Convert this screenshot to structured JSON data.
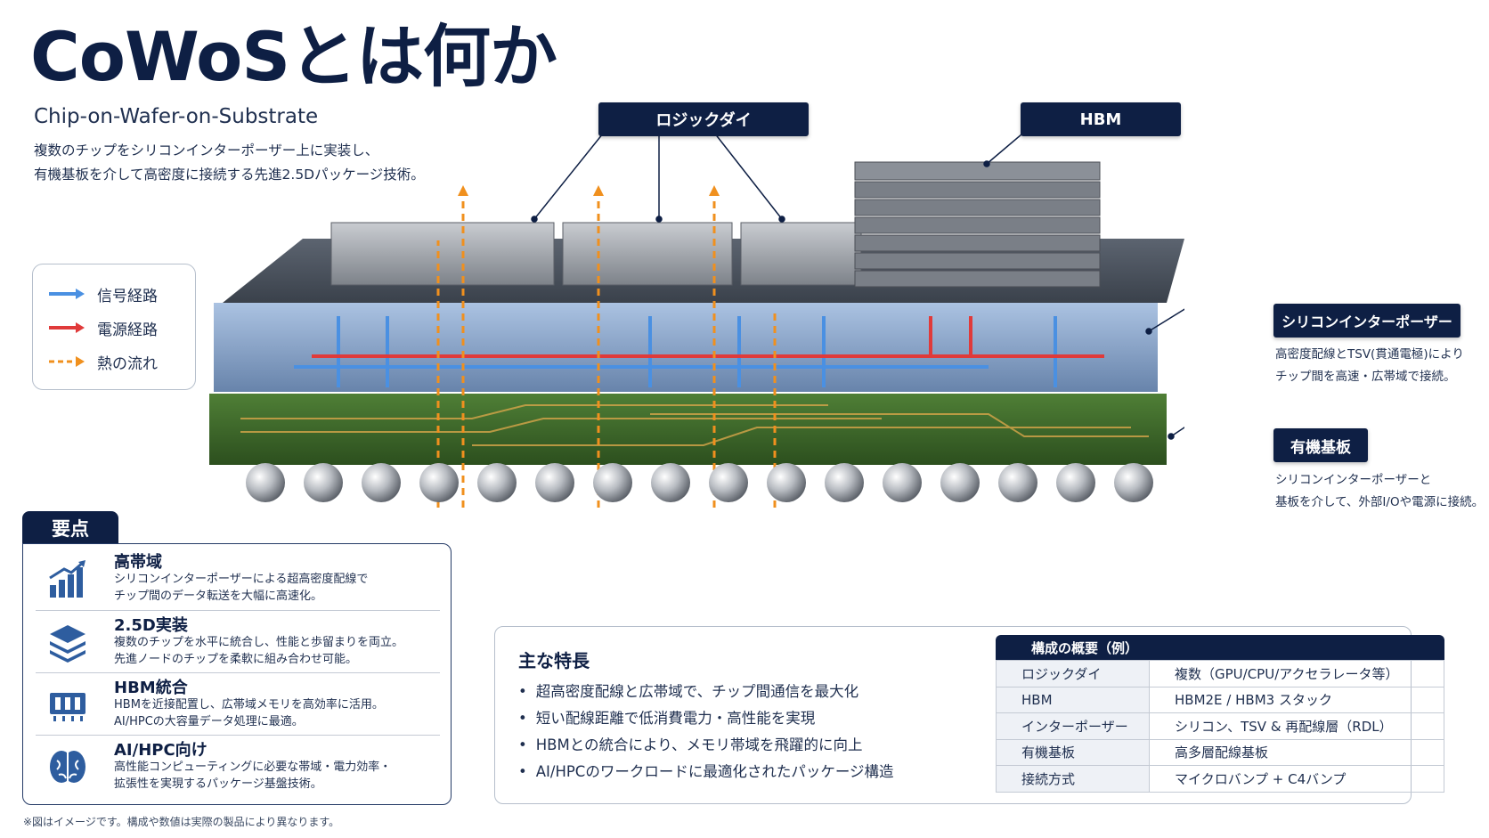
{
  "header": {
    "title": "CoWoSとは何か",
    "subtitle": "Chip-on-Wafer-on-Substrate",
    "description_lines": [
      "複数のチップをシリコンインターポーザー上に実装し、",
      "有機基板を介して高密度に接続する先進2.5Dパッケージ技術。"
    ]
  },
  "legend": {
    "items": [
      {
        "label": "信号経路",
        "color": "#4a90e2",
        "style": "solid"
      },
      {
        "label": "電源経路",
        "color": "#e03a3a",
        "style": "solid"
      },
      {
        "label": "熱の流れ",
        "color": "#f0901e",
        "style": "dashed"
      }
    ]
  },
  "callouts": {
    "logic_die": "ロジックダイ",
    "hbm": "HBM",
    "interposer": {
      "label": "シリコンインターポーザー",
      "desc_lines": [
        "高密度配線とTSV(貫通電極)により",
        "チップ間を高速・広帯域で接続。"
      ]
    },
    "substrate": {
      "label": "有機基板",
      "desc_lines": [
        "シリコンインターポーザーと",
        "基板を介して、外部I/Oや電源に接続。"
      ]
    }
  },
  "points": {
    "tab": "要点",
    "items": [
      {
        "icon": "bar-chart-icon",
        "title": "高帯域",
        "lines": [
          "シリコンインターポーザーによる超高密度配線で",
          "チップ間のデータ転送を大幅に高速化。"
        ]
      },
      {
        "icon": "layers-icon",
        "title": "2.5D実装",
        "lines": [
          "複数のチップを水平に統合し、性能と歩留まりを両立。",
          "先進ノードのチップを柔軟に組み合わせ可能。"
        ]
      },
      {
        "icon": "memory-icon",
        "title": "HBM統合",
        "lines": [
          "HBMを近接配置し、広帯域メモリを高効率に活用。",
          "AI/HPCの大容量データ処理に最適。"
        ]
      },
      {
        "icon": "brain-icon",
        "title": "AI/HPC向け",
        "lines": [
          "高性能コンピューティングに必要な帯域・電力効率・",
          "拡張性を実現するパッケージ基盤技術。"
        ]
      }
    ]
  },
  "features": {
    "title": "主な特長",
    "items": [
      "超高密度配線と広帯域で、チップ間通信を最大化",
      "短い配線距離で低消費電力・高性能を実現",
      "HBMとの統合により、メモリ帯域を飛躍的に向上",
      "AI/HPCのワークロードに最適化されたパッケージ構造"
    ]
  },
  "spec": {
    "title": "構成の概要（例）",
    "rows": [
      {
        "k": "ロジックダイ",
        "v": "複数（GPU/CPU/アクセラレータ等）"
      },
      {
        "k": "HBM",
        "v": "HBM2E / HBM3 スタック"
      },
      {
        "k": "インターポーザー",
        "v": "シリコン、TSV & 再配線層（RDL）"
      },
      {
        "k": "有機基板",
        "v": "高多層配線基板"
      },
      {
        "k": "接続方式",
        "v": "マイクロバンプ + C4バンプ"
      }
    ]
  },
  "footnote": "※図はイメージです。構成や数値は実際の製品により異なります。",
  "colors": {
    "navy": "#0e1f44",
    "signal": "#4a90e2",
    "power": "#e03a3a",
    "heat": "#f0901e",
    "substrate_green": "#3f6e2c",
    "interposer_blue": "#7fa3cf"
  }
}
